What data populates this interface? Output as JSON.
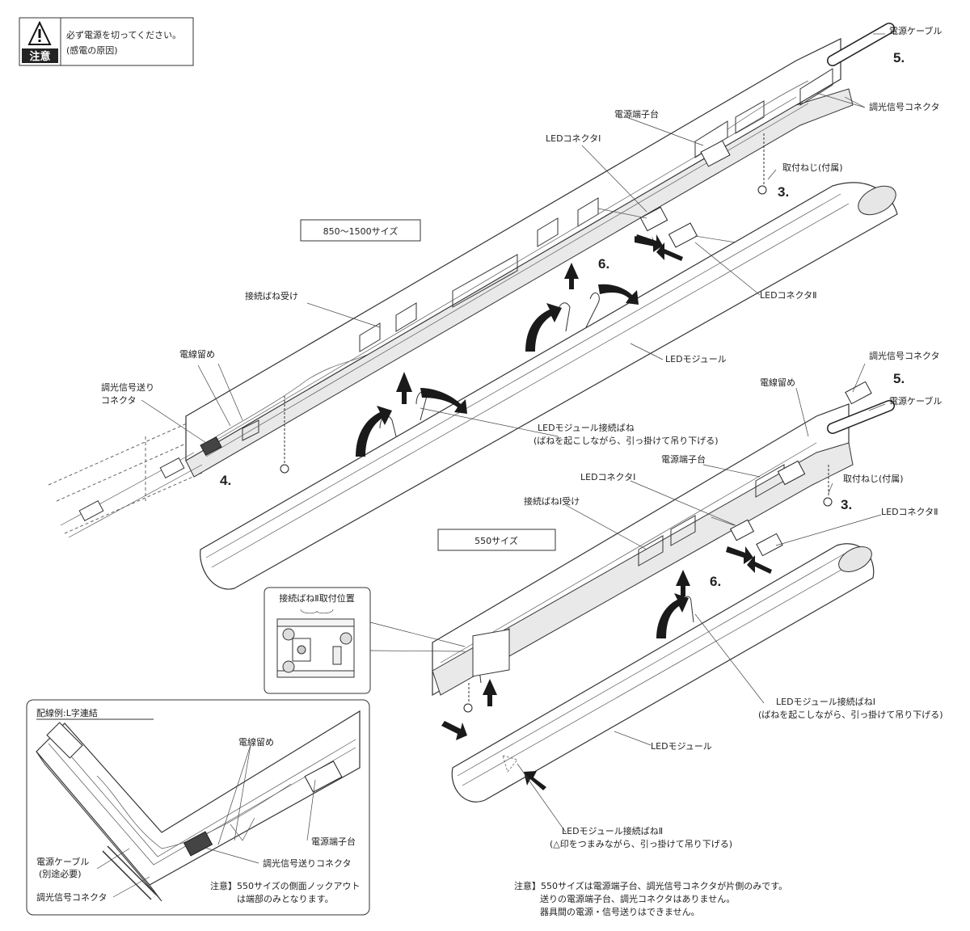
{
  "caution": {
    "badge": "注意",
    "line1": "必ず電源を切ってください。",
    "line2": "(感電の原因)"
  },
  "labels": {
    "size_large": "850〜1500サイズ",
    "size_small": "550サイズ",
    "power_cable": "電源ケーブル",
    "dimming_connector": "調光信号コネクタ",
    "terminal_block": "電源端子台",
    "led_connector_1": "LEDコネクタⅠ",
    "led_connector_2": "LEDコネクタⅡ",
    "screw": "取付ねじ(付属)",
    "spring_receiver": "接続ばね受け",
    "spring_receiver_1": "接続ばねⅠ受け",
    "wire_clip": "電線留め",
    "dimming_send_connector_a": "調光信号送り",
    "dimming_send_connector_b": "コネクタ",
    "led_module": "LEDモジュール",
    "module_spring_a": "LEDモジュール接続ばね",
    "module_spring_b": "(ばねを起こしながら、引っ掛けて吊り下げる)",
    "module_spring_1_a": "LEDモジュール接続ばねⅠ",
    "module_spring_1_b": "(ばねを起こしながら、引っ掛けて吊り下げる)",
    "module_spring_2_a": "LEDモジュール接続ばねⅡ",
    "module_spring_2_b": "(△印をつまみながら、引っ掛けて吊り下げる)",
    "spring2_position": "接続ばねⅡ取付位置",
    "wiring_example": "配線例:L字連結",
    "power_cable_sep_a": "電源ケーブル",
    "power_cable_sep_b": "(別途必要)",
    "dimming_send_connector": "調光信号送りコネクタ",
    "knockout_note_a": "注意】550サイズの側面ノックアウト",
    "knockout_note_b": "は端部のみとなります。"
  },
  "steps": {
    "s3": "3.",
    "s4": "4.",
    "s5": "5.",
    "s6": "6."
  },
  "note": {
    "line1": "注意】550サイズは電源端子台、調光信号コネクタが片側のみです。",
    "line2": "送りの電源端子台、調光コネクタはありません。",
    "line3": "器具間の電源・信号送りはできません。"
  }
}
